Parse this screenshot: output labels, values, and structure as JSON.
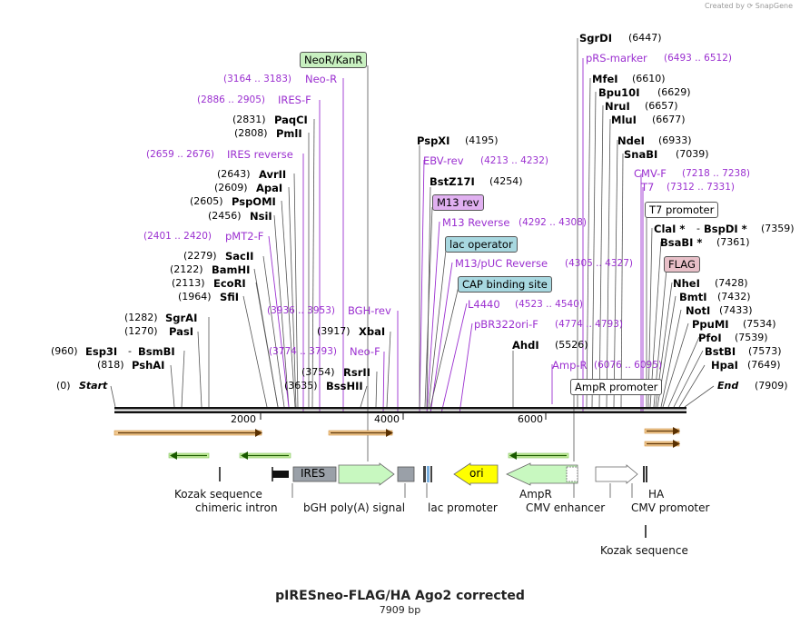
{
  "credit": "Created by ⟳ SnapGene",
  "title": "pIRESneo-FLAG/HA Ago2 corrected",
  "length": "7909 bp",
  "ticks": [
    "2000",
    "4000",
    "6000"
  ],
  "ends": {
    "start_pos": "(0)",
    "start": "Start",
    "end": "End",
    "end_pos": "(7909)"
  },
  "left_sites": [
    {
      "name": "Esp3I",
      "pos": "(960)",
      "extra": "BsmBI"
    },
    {
      "name": "PshAI",
      "pos": "(818)"
    },
    {
      "name": "SgrAI",
      "pos": "(1282)"
    },
    {
      "name": "PasI",
      "pos": "(1270)"
    },
    {
      "name": "SfiI",
      "pos": "(1964)"
    },
    {
      "name": "EcoRI",
      "pos": "(2113)"
    },
    {
      "name": "BamHI",
      "pos": "(2122)"
    },
    {
      "name": "SacII",
      "pos": "(2279)"
    },
    {
      "name": "NsiI",
      "pos": "(2456)"
    },
    {
      "name": "PspOMI",
      "pos": "(2605)"
    },
    {
      "name": "ApaI",
      "pos": "(2609)"
    },
    {
      "name": "AvrII",
      "pos": "(2643)"
    },
    {
      "name": "PmlI",
      "pos": "(2808)"
    },
    {
      "name": "PaqCI",
      "pos": "(2831)"
    },
    {
      "name": "BssHII",
      "pos": "(3635)"
    },
    {
      "name": "RsrII",
      "pos": "(3754)"
    },
    {
      "name": "XbaI",
      "pos": "(3917)"
    }
  ],
  "left_features": [
    {
      "name": "pMT2-F",
      "pos": "(2401 .. 2420)"
    },
    {
      "name": "IRES reverse",
      "pos": "(2659 .. 2676)"
    },
    {
      "name": "IRES-F",
      "pos": "(2886 .. 2905)"
    },
    {
      "name": "Neo-R",
      "pos": "(3164 .. 3183)"
    },
    {
      "name": "BGH-rev",
      "pos": "(3936 .. 3953)"
    },
    {
      "name": "Neo-F",
      "pos": "(3774 .. 3793)"
    }
  ],
  "boxed": [
    {
      "label": "NeoR/KanR",
      "color": "#c8f0c0"
    },
    {
      "label": "M13 rev",
      "color": "#e0b0f0"
    },
    {
      "label": "lac operator",
      "color": "#a8d8e0"
    },
    {
      "label": "CAP binding site",
      "color": "#a8d8e0"
    },
    {
      "label": "AmpR promoter",
      "color": "#ffffff"
    },
    {
      "label": "T7 promoter",
      "color": "#ffffff"
    },
    {
      "label": "FLAG",
      "color": "#e8c0c8"
    }
  ],
  "mid_sites": [
    {
      "name": "PspXI",
      "pos": "(4195)"
    },
    {
      "name": "BstZ17I",
      "pos": "(4254)"
    },
    {
      "name": "AhdI",
      "pos": "(5526)"
    }
  ],
  "mid_features": [
    {
      "name": "EBV-rev",
      "pos": "(4213 .. 4232)"
    },
    {
      "name": "M13 Reverse",
      "pos": "(4292 .. 4308)"
    },
    {
      "name": "M13/pUC Reverse",
      "pos": "(4305 .. 4327)"
    },
    {
      "name": "L4440",
      "pos": "(4523 .. 4540)"
    },
    {
      "name": "pBR322ori-F",
      "pos": "(4774 .. 4793)"
    },
    {
      "name": "Amp-R",
      "pos": "(6076 .. 6095)"
    }
  ],
  "right_sites": [
    {
      "name": "SgrDI",
      "pos": "(6447)"
    },
    {
      "name": "MfeI",
      "pos": "(6610)"
    },
    {
      "name": "Bpu10I",
      "pos": "(6629)"
    },
    {
      "name": "NruI",
      "pos": "(6657)"
    },
    {
      "name": "MluI",
      "pos": "(6677)"
    },
    {
      "name": "NdeI",
      "pos": "(6933)"
    },
    {
      "name": "SnaBI",
      "pos": "(7039)"
    },
    {
      "name": "ClaI *",
      "extra": "BspDI *",
      "pos": "(7359)"
    },
    {
      "name": "BsaBI *",
      "pos": "(7361)"
    },
    {
      "name": "NheI",
      "pos": "(7428)"
    },
    {
      "name": "BmtI",
      "pos": "(7432)"
    },
    {
      "name": "NotI",
      "pos": "(7433)"
    },
    {
      "name": "PpuMI",
      "pos": "(7534)"
    },
    {
      "name": "PfoI",
      "pos": "(7539)"
    },
    {
      "name": "BstBI",
      "pos": "(7573)"
    },
    {
      "name": "HpaI",
      "pos": "(7649)"
    }
  ],
  "right_features": [
    {
      "name": "pRS-marker",
      "pos": "(6493 .. 6512)"
    },
    {
      "name": "CMV-F",
      "pos": "(7218 .. 7238)"
    },
    {
      "name": "T7",
      "pos": "(7312 .. 7331)"
    }
  ],
  "map_labels": {
    "ires": "IRES",
    "ori": "ori",
    "kozak1": "Kozak sequence",
    "chimeric": "chimeric intron",
    "bgh": "bGH poly(A) signal",
    "lacprom": "lac promoter",
    "ampr": "AmpR",
    "cmvenh": "CMV enhancer",
    "ha": "HA",
    "cmvprom": "CMV promoter",
    "kozak2": "Kozak sequence"
  }
}
